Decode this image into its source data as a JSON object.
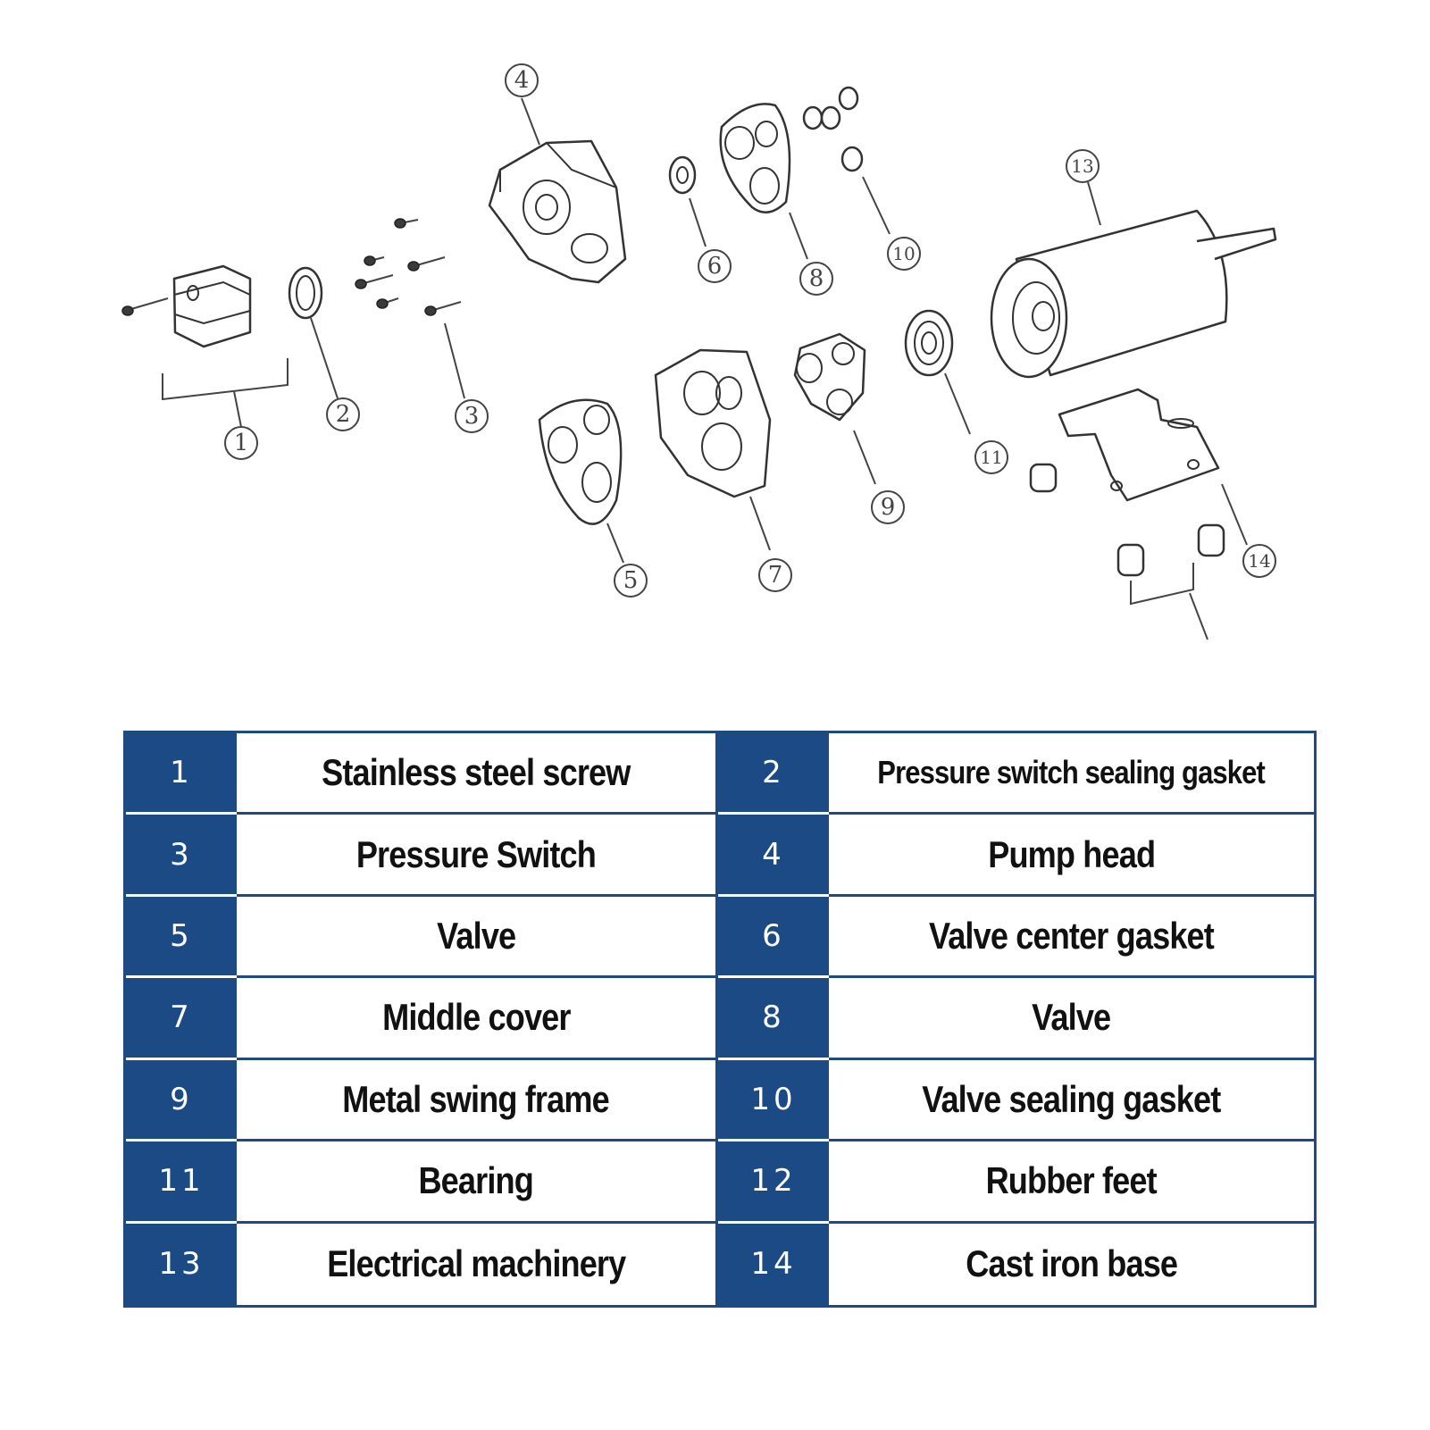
{
  "diagram": {
    "callouts": [
      {
        "number": "1"
      },
      {
        "number": "2"
      },
      {
        "number": "3"
      },
      {
        "number": "4"
      },
      {
        "number": "5"
      },
      {
        "number": "6"
      },
      {
        "number": "7"
      },
      {
        "number": "8"
      },
      {
        "number": "9"
      },
      {
        "number": "10"
      },
      {
        "number": "11"
      },
      {
        "number": "13"
      },
      {
        "number": "14"
      }
    ]
  },
  "parts_table": {
    "rows": [
      {
        "left_num": "1",
        "left_name": "Stainless steel screw",
        "right_num": "2",
        "right_name": "Pressure switch sealing gasket"
      },
      {
        "left_num": "3",
        "left_name": "Pressure Switch",
        "right_num": "4",
        "right_name": "Pump head"
      },
      {
        "left_num": "5",
        "left_name": "Valve",
        "right_num": "6",
        "right_name": "Valve center gasket"
      },
      {
        "left_num": "7",
        "left_name": "Middle cover",
        "right_num": "8",
        "right_name": "Valve"
      },
      {
        "left_num": "9",
        "left_name": "Metal swing frame",
        "right_num": "10",
        "right_name": "Valve sealing gasket"
      },
      {
        "left_num": "11",
        "left_name": "Bearing",
        "right_num": "12",
        "right_name": "Rubber feet"
      },
      {
        "left_num": "13",
        "left_name": "Electrical machinery",
        "right_num": "14",
        "right_name": "Cast iron base"
      }
    ]
  },
  "colors": {
    "table_blue": "#1b4a84",
    "border_blue": "#1f4a80",
    "line_art": "#333333"
  }
}
